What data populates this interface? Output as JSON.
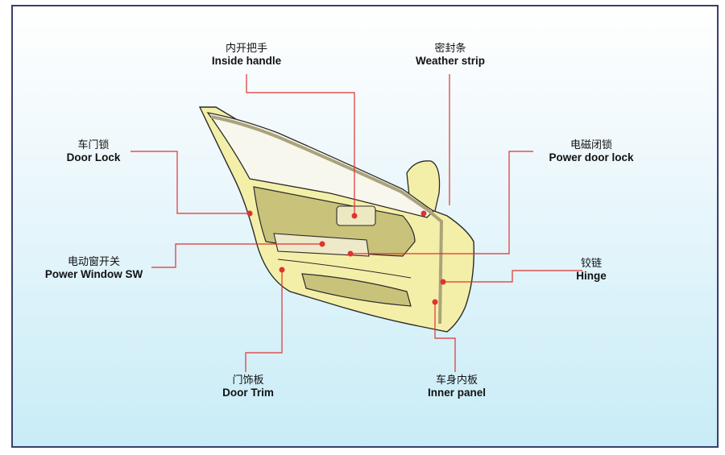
{
  "labels": {
    "inside_handle": {
      "zh": "内开把手",
      "en": "Inside handle"
    },
    "weather_strip": {
      "zh": "密封条",
      "en": "Weather strip"
    },
    "door_lock": {
      "zh": "车门锁",
      "en": "Door Lock"
    },
    "power_door_lock": {
      "zh": "电磁闭锁",
      "en": "Power door lock"
    },
    "power_window_sw": {
      "zh": "电动窗开关",
      "en": "Power Window SW"
    },
    "hinge": {
      "zh": "铰链",
      "en": "Hinge"
    },
    "door_trim": {
      "zh": "门饰板",
      "en": "Door Trim"
    },
    "inner_panel": {
      "zh": "车身内板",
      "en": "Inner panel"
    }
  },
  "colors": {
    "door_body": "#f4efa8",
    "door_outline": "#2a2a2a",
    "trim_insert": "#c9c27a",
    "leader_line": "#e0322f",
    "frame_border": "#3a3f6b"
  }
}
